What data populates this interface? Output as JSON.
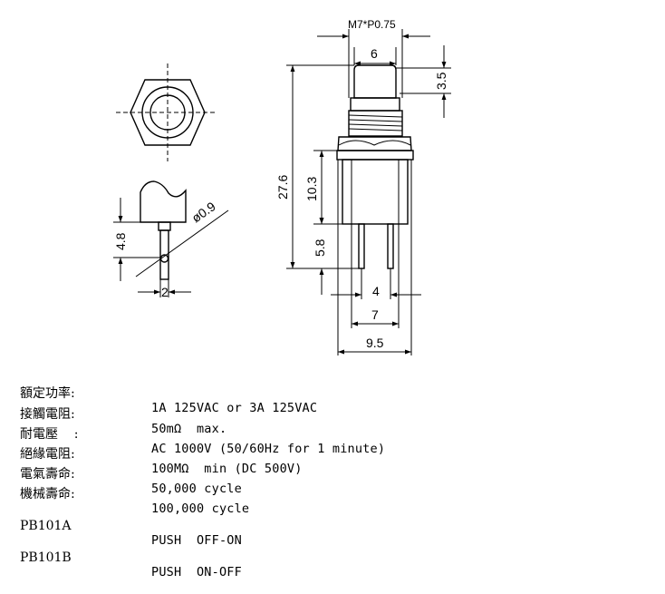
{
  "diagram": {
    "thread_label": "M7*P0.75",
    "dim_cap_width": "6",
    "dim_cap_height": "3.5",
    "dim_total_height": "27.6",
    "dim_body_height": "10.3",
    "dim_pin_length": "5.8",
    "dim_pin_spacing": "4",
    "dim_body_width": "7",
    "dim_nut_width": "9.5",
    "dim_hole_dia": "ø0.9",
    "dim_pin_offset": "4.8",
    "dim_pin_width": "2"
  },
  "specs": [
    {
      "label": "額定功率:",
      "value": "1A 125VAC or 3A 125VAC"
    },
    {
      "label": "接觸電阻:",
      "value": "50mΩ  max."
    },
    {
      "label": "耐電壓    :",
      "value": "AC 1000V (50/60Hz for 1 minute)"
    },
    {
      "label": "絕緣電阻:",
      "value": "100MΩ  min (DC 500V)"
    },
    {
      "label": "電氣壽命:",
      "value": "50,000 cycle"
    },
    {
      "label": "機械壽命:",
      "value": "100,000 cycle"
    }
  ],
  "models": [
    {
      "code": "PB101A",
      "desc": "PUSH  OFF-ON"
    },
    {
      "code": "PB101B",
      "desc": "PUSH  ON-OFF"
    }
  ]
}
